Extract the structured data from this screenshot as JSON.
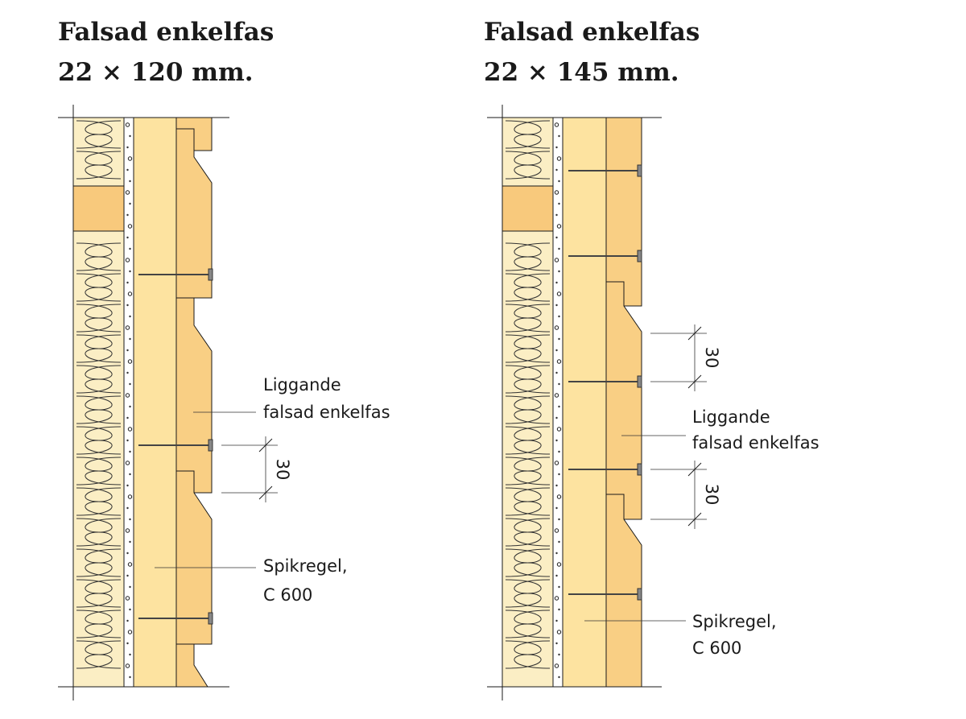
{
  "panels": [
    {
      "title_line1": "Falsad enkelfas",
      "title_line2": "22 × 120 mm.",
      "label_board_line1": "Liggande",
      "label_board_line2": "falsad enkelfas",
      "label_batten_line1": "Spikregel,",
      "label_batten_line2": "C 600",
      "dimensions": [
        "30"
      ]
    },
    {
      "title_line1": "Falsad enkelfas",
      "title_line2": "22 × 145 mm.",
      "label_board_line1": "Liggande",
      "label_board_line2": "falsad enkelfas",
      "label_batten_line1": "Spikregel,",
      "label_batten_line2": "C 600",
      "dimensions": [
        "30",
        "30"
      ]
    }
  ],
  "colors": {
    "insulation": "#fbeec4",
    "stud": "#f8c97c",
    "batten": "#fde3a0",
    "board": "#f9cf84",
    "line": "#1a1a1a"
  }
}
